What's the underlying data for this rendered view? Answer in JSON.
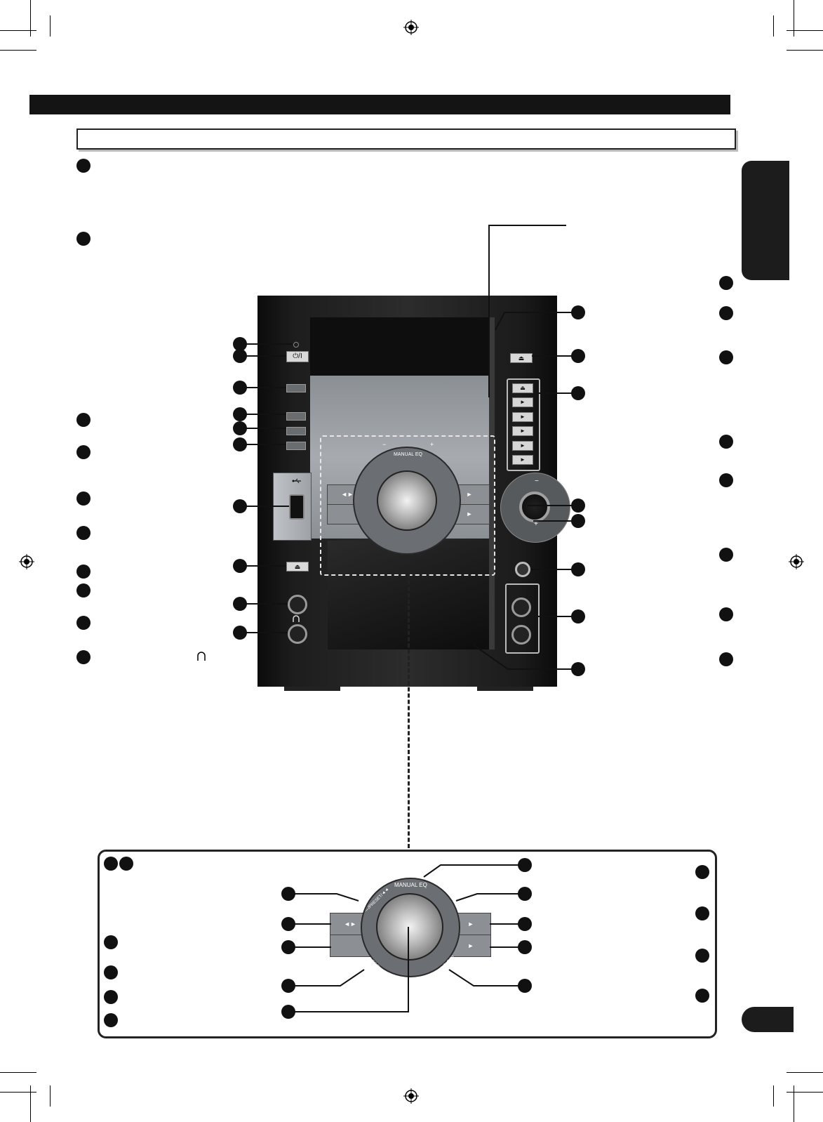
{
  "section": {
    "title": "",
    "subtitle": ""
  },
  "side_tab": {
    "label": ""
  },
  "page_number": "",
  "device": {
    "power_button_label": "⏻/I",
    "eject_symbol": "⏏",
    "tray_buttons": [
      "⏏",
      "►",
      "►",
      "►",
      "►",
      "►"
    ],
    "dial": {
      "top_label": "MANUAL EQ",
      "minus_mark": "−",
      "plus_mark": "+",
      "left_top_label": "—/PRESET/◄◄",
      "right_top_label": "—/+/PRESET►►►",
      "left_bottom_label": "INFO/EXIT",
      "right_bottom_label": "■STOP/CLEAR",
      "left_button_symbol": "◄►",
      "right_button_top_symbol": "►",
      "right_button_bottom_symbol": "►"
    },
    "volume": {
      "minus": "−",
      "plus": "+"
    },
    "headphone_symbol": "∩"
  },
  "icons": {
    "registration": "registration-mark-icon",
    "headphone": "headphone-icon",
    "usb": "usb-icon"
  }
}
